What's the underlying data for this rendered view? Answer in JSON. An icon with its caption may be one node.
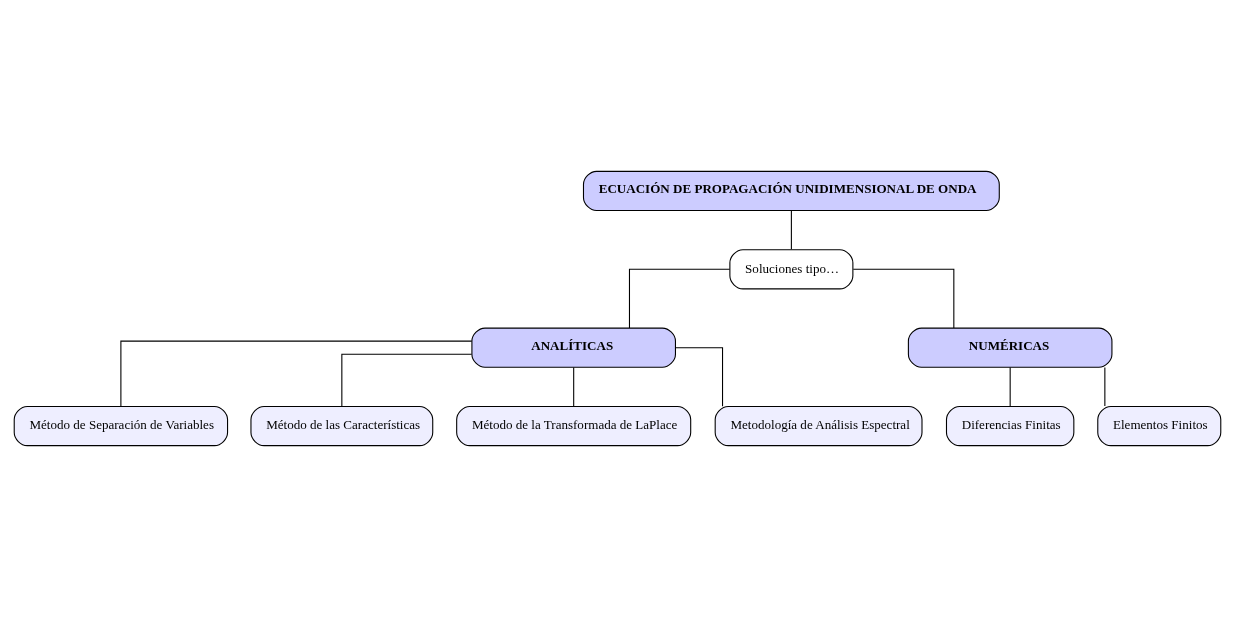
{
  "diagram": {
    "nodes": [
      {
        "text": [
          "ECUACIÓN DE PROPAGACIÓN UNIDIMENSIONAL DE ONDA"
        ]
      },
      {
        "text": [
          "Soluciones tipo…"
        ]
      },
      {
        "text": [
          "ANALÍTICAS"
        ]
      },
      {
        "text": [
          "NUMÉRICAS"
        ]
      },
      {
        "text": [
          "Método de Separación de Variables"
        ]
      },
      {
        "text": [
          "Método de las Características"
        ]
      },
      {
        "text": [
          "Método de la Transformada de LaPlace"
        ]
      },
      {
        "text": [
          "Metodología de Análisis Espectral"
        ]
      },
      {
        "text": [
          "Diferencias Finitas"
        ]
      },
      {
        "text": [
          "Elementos Finitos"
        ]
      }
    ],
    "edges": [
      {
        "from": 0,
        "to": 1,
        "arrow": "none"
      },
      {
        "from": 1,
        "to": 2,
        "arrow": "none"
      },
      {
        "from": 1,
        "to": 3,
        "arrow": "none"
      },
      {
        "from": 2,
        "to": 4,
        "arrow": "none"
      },
      {
        "from": 2,
        "to": 5,
        "arrow": "none"
      },
      {
        "from": 2,
        "to": 6,
        "arrow": "none"
      },
      {
        "from": 2,
        "to": 7,
        "arrow": "none"
      },
      {
        "from": 3,
        "to": 8,
        "arrow": "none"
      },
      {
        "from": 3,
        "to": 9,
        "arrow": "none"
      }
    ]
  }
}
